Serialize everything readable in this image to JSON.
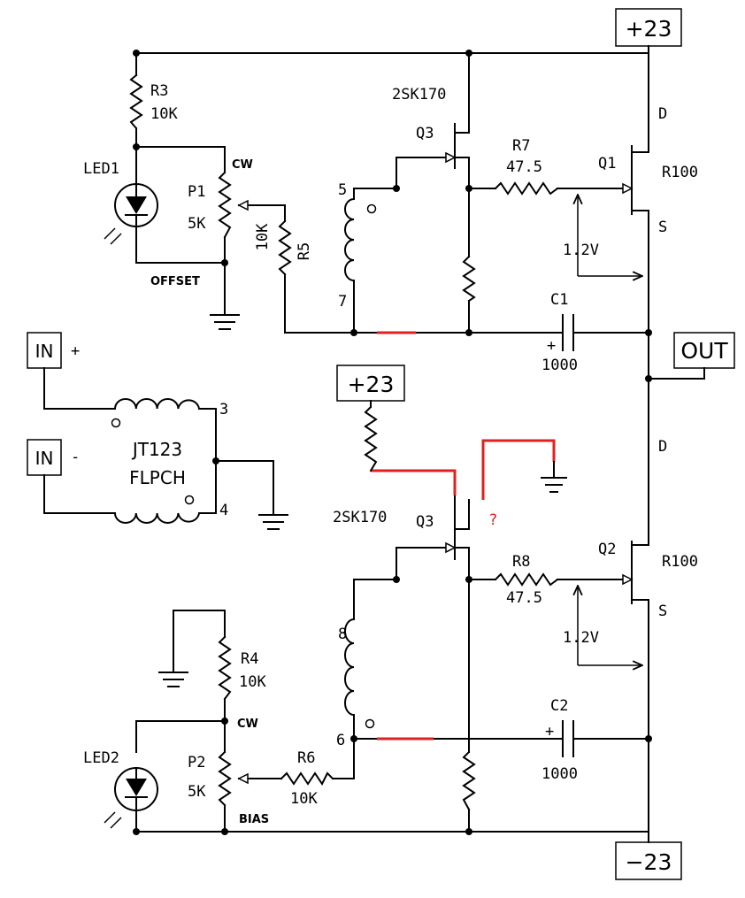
{
  "colors": {
    "wire": "#000000",
    "highlight": "#e02020",
    "background": "#ffffff"
  },
  "supplies": {
    "positive": "+23",
    "negative": "−23",
    "mid_positive": "+23"
  },
  "ports": {
    "output": "OUT",
    "input_pos": "IN",
    "input_pos_sign": "+",
    "input_neg": "IN",
    "input_neg_sign": "-"
  },
  "transformer": {
    "name": "JT123",
    "sub": "FLPCH",
    "pin3": "3",
    "pin4": "4"
  },
  "components": {
    "r3": {
      "ref": "R3",
      "value": "10K"
    },
    "r4": {
      "ref": "R4",
      "value": "10K"
    },
    "r5": {
      "ref": "R5",
      "value": "10K"
    },
    "r6": {
      "ref": "R6",
      "value": "10K"
    },
    "r7": {
      "ref": "R7",
      "value": "47.5"
    },
    "r8": {
      "ref": "R8",
      "value": "47.5"
    },
    "led1": {
      "ref": "LED1"
    },
    "led2": {
      "ref": "LED2"
    },
    "p1": {
      "ref": "P1",
      "value": "5K",
      "cw": "CW",
      "function": "OFFSET"
    },
    "p2": {
      "ref": "P2",
      "value": "5K",
      "cw": "CW",
      "function": "BIAS"
    },
    "q3_top": {
      "ref": "Q3",
      "part": "2SK170"
    },
    "q3_bot": {
      "ref": "Q3",
      "part": "2SK170"
    },
    "q1": {
      "ref": "Q1",
      "part": "R100",
      "drain": "D",
      "source": "S"
    },
    "q2": {
      "ref": "Q2",
      "part": "R100",
      "drain": "D",
      "source": "S"
    },
    "c1": {
      "ref": "C1",
      "value": "1000",
      "polarity": "+"
    },
    "c2": {
      "ref": "C2",
      "value": "1000",
      "polarity": "+"
    }
  },
  "coil_pins": {
    "top_a": "5",
    "top_b": "7",
    "bot_a": "8",
    "bot_b": "6"
  },
  "voltages": {
    "q1_gate": "1.2V",
    "q2_gate": "1.2V"
  },
  "annotations": {
    "question": "?"
  }
}
